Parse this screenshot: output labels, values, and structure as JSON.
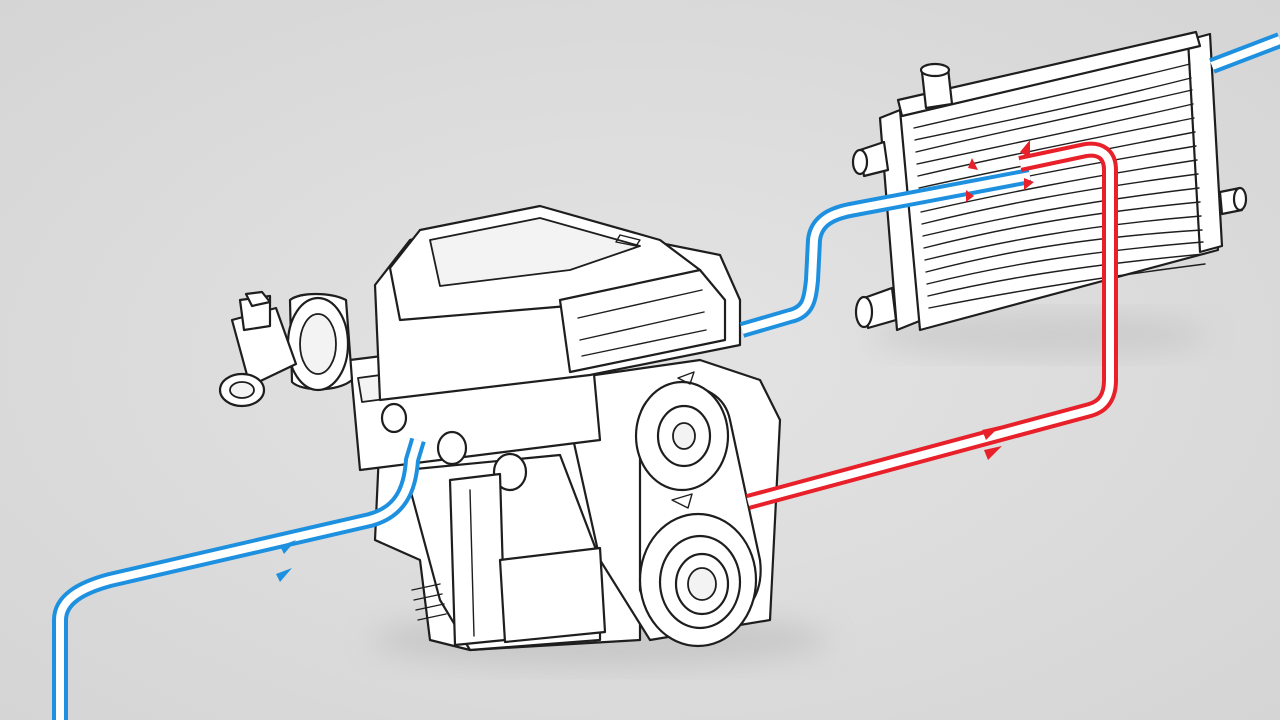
{
  "colors": {
    "background": "#dcdcdc",
    "cold_coolant": "#1e90e0",
    "hot_coolant": "#e8202a",
    "line_art": "#1e1e1e"
  },
  "components": {
    "engine": "engine-block-illustration",
    "radiator": "radiator-illustration",
    "thermostat_housing": "thermostat-housing-illustration",
    "pulley": "water-pump-pulley-illustration"
  },
  "flows": [
    {
      "name": "",
      "color_key": "cold_coolant",
      "direction": "radiator-to-engine"
    },
    {
      "name": "",
      "color_key": "hot_coolant",
      "direction": "engine-to-radiator"
    }
  ]
}
